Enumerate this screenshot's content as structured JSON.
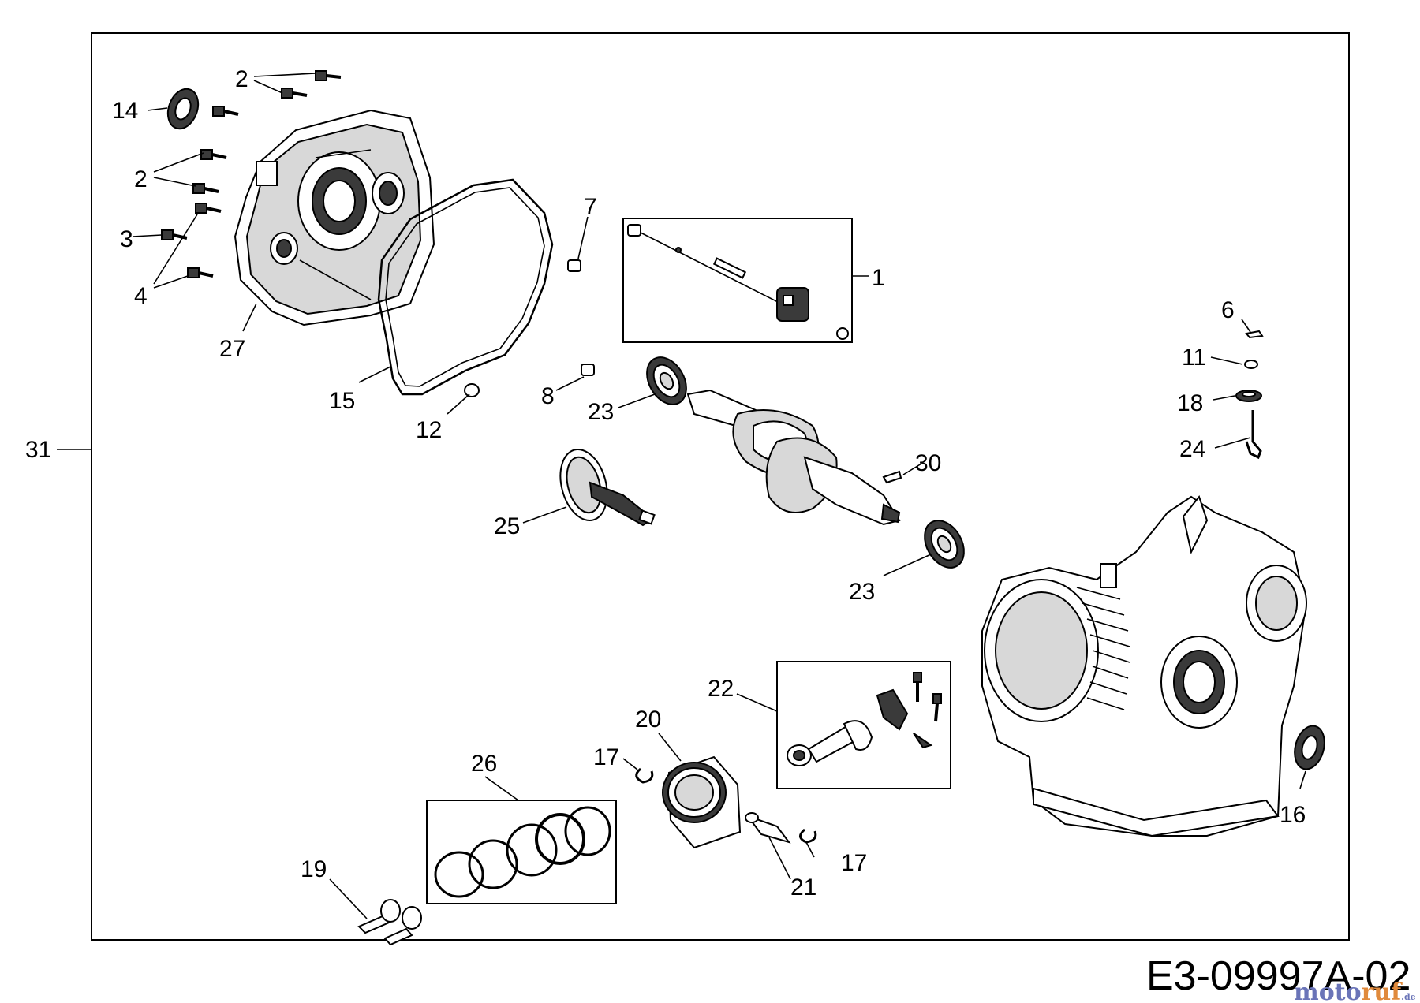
{
  "diagram_code": "E3-09997A-02",
  "watermark": {
    "text_a": "moto",
    "text_b": "ruf",
    "suffix": ".de"
  },
  "callouts": {
    "c1": "1",
    "c2": "2",
    "c3": "3",
    "c4": "4",
    "c6": "6",
    "c7": "7",
    "c8": "8",
    "c11": "11",
    "c12": "12",
    "c14": "14",
    "c15": "15",
    "c16": "16",
    "c17": "17",
    "c18": "18",
    "c19": "19",
    "c20": "20",
    "c21": "21",
    "c22": "22",
    "c23": "23",
    "c24": "24",
    "c25": "25",
    "c26": "26",
    "c27": "27",
    "c30": "30",
    "c31": "31"
  },
  "icons": [
    "bolt-icon",
    "bearing-icon",
    "crankshaft-icon",
    "camshaft-icon",
    "piston-icon",
    "piston-ring-icon",
    "connecting-rod-icon",
    "gasket-icon",
    "crankcase-cover-icon",
    "crankcase-icon",
    "seal-icon",
    "governor-assembly-icon"
  ]
}
